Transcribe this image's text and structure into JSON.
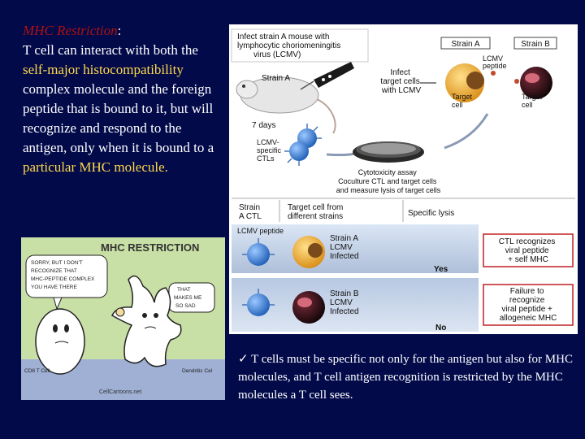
{
  "intro": {
    "title": "MHC Restriction",
    "colon": ":",
    "line1": "T cell can interact with both the ",
    "self_major": "self-major histocompatibility",
    "line2": " complex molecule and the foreign peptide that is bound to it, but will recognize and respond to the antigen, only when it is bound to a ",
    "particular_mhc": "particular MHC molecule."
  },
  "figure": {
    "step1": [
      "Infect strain A mouse with",
      "lymphocytic choriomeningitis",
      "virus (LCMV)"
    ],
    "strain_a_mouse": "Strain A",
    "days": "7 days",
    "ctls": [
      "LCMV-",
      "specific",
      "CTLs"
    ],
    "strain_a_header": "Strain A",
    "strain_b_header": "Strain B",
    "infect_target": [
      "Infect",
      "target cells",
      "with LCMV"
    ],
    "lcmv_peptide_top": [
      "LCMV",
      "peptide"
    ],
    "target_cell_a": [
      "Target",
      "cell"
    ],
    "target_cell_b": [
      "Target",
      "cell"
    ],
    "cytotox": [
      "Cytotoxicity assay",
      "Coculture CTL and target cells",
      "and measure lysis of target cells"
    ],
    "col1": [
      "Strain",
      "A CTL"
    ],
    "col2": [
      "Target cell from",
      "different strains"
    ],
    "col3": "Specific lysis",
    "lcmv_peptide_row": "LCMV peptide",
    "row1_label": [
      "Strain A",
      "LCMV",
      "Infected"
    ],
    "row1_result": "Yes",
    "row1_box": [
      "CTL recognizes",
      "viral peptide",
      "+ self MHC"
    ],
    "row2_label": [
      "Strain B",
      "LCMV",
      "Infected"
    ],
    "row2_result": "No",
    "row2_box": [
      "Failure to",
      "recognize",
      "viral peptide +",
      "allogeneic MHC"
    ]
  },
  "cartoon": {
    "title": "MHC RESTRICTION",
    "bubble1": [
      "SORRY, BUT I DON'T",
      "RECOGNIZE THAT",
      "MHC-PEPTIDE COMPLEX",
      "YOU HAVE THERE"
    ],
    "bubble2": [
      "THAT",
      "MAKES ME",
      "SO SAD"
    ],
    "cd8_label": "CD8 T Cell",
    "dc_label": "Dendritic Cel",
    "credit": "CellCartoons.net"
  },
  "bullet": {
    "mark": "✓",
    "text": "T cells must be specific not only for the antigen but also for MHC molecules, and T cell antigen recognition is restricted by the MHC molecules a T cell sees."
  }
}
